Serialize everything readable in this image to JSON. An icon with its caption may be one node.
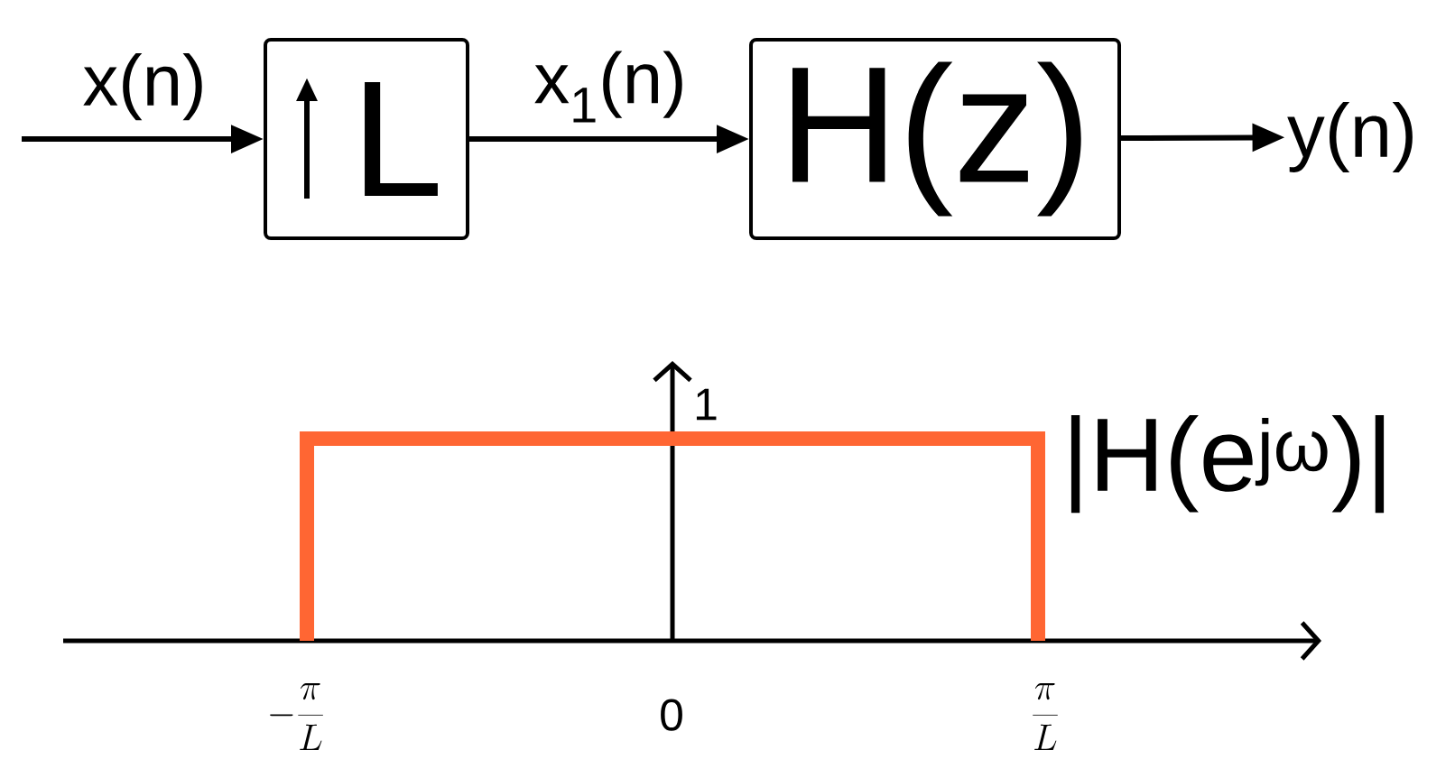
{
  "diagram": {
    "nodes": [
      {
        "text": [
          "L"
        ]
      },
      {
        "text": [
          "H(z)"
        ]
      },
      {
        "text": [
          "y(n)"
        ]
      }
    ],
    "edges": [
      {
        "from": null,
        "to": 0,
        "arrow": "to",
        "label": "x(n)"
      },
      {
        "from": 0,
        "to": 1,
        "arrow": "to",
        "label": "x$_{1}$(n)"
      },
      {
        "from": 1,
        "to": 2,
        "arrow": "to"
      }
    ],
    "labels": [
      "1",
      "|H(e$^{jω}$)|",
      "-\\frac{\\pi}{L}",
      "0",
      "\\frac{\\pi}{L}"
    ]
  }
}
